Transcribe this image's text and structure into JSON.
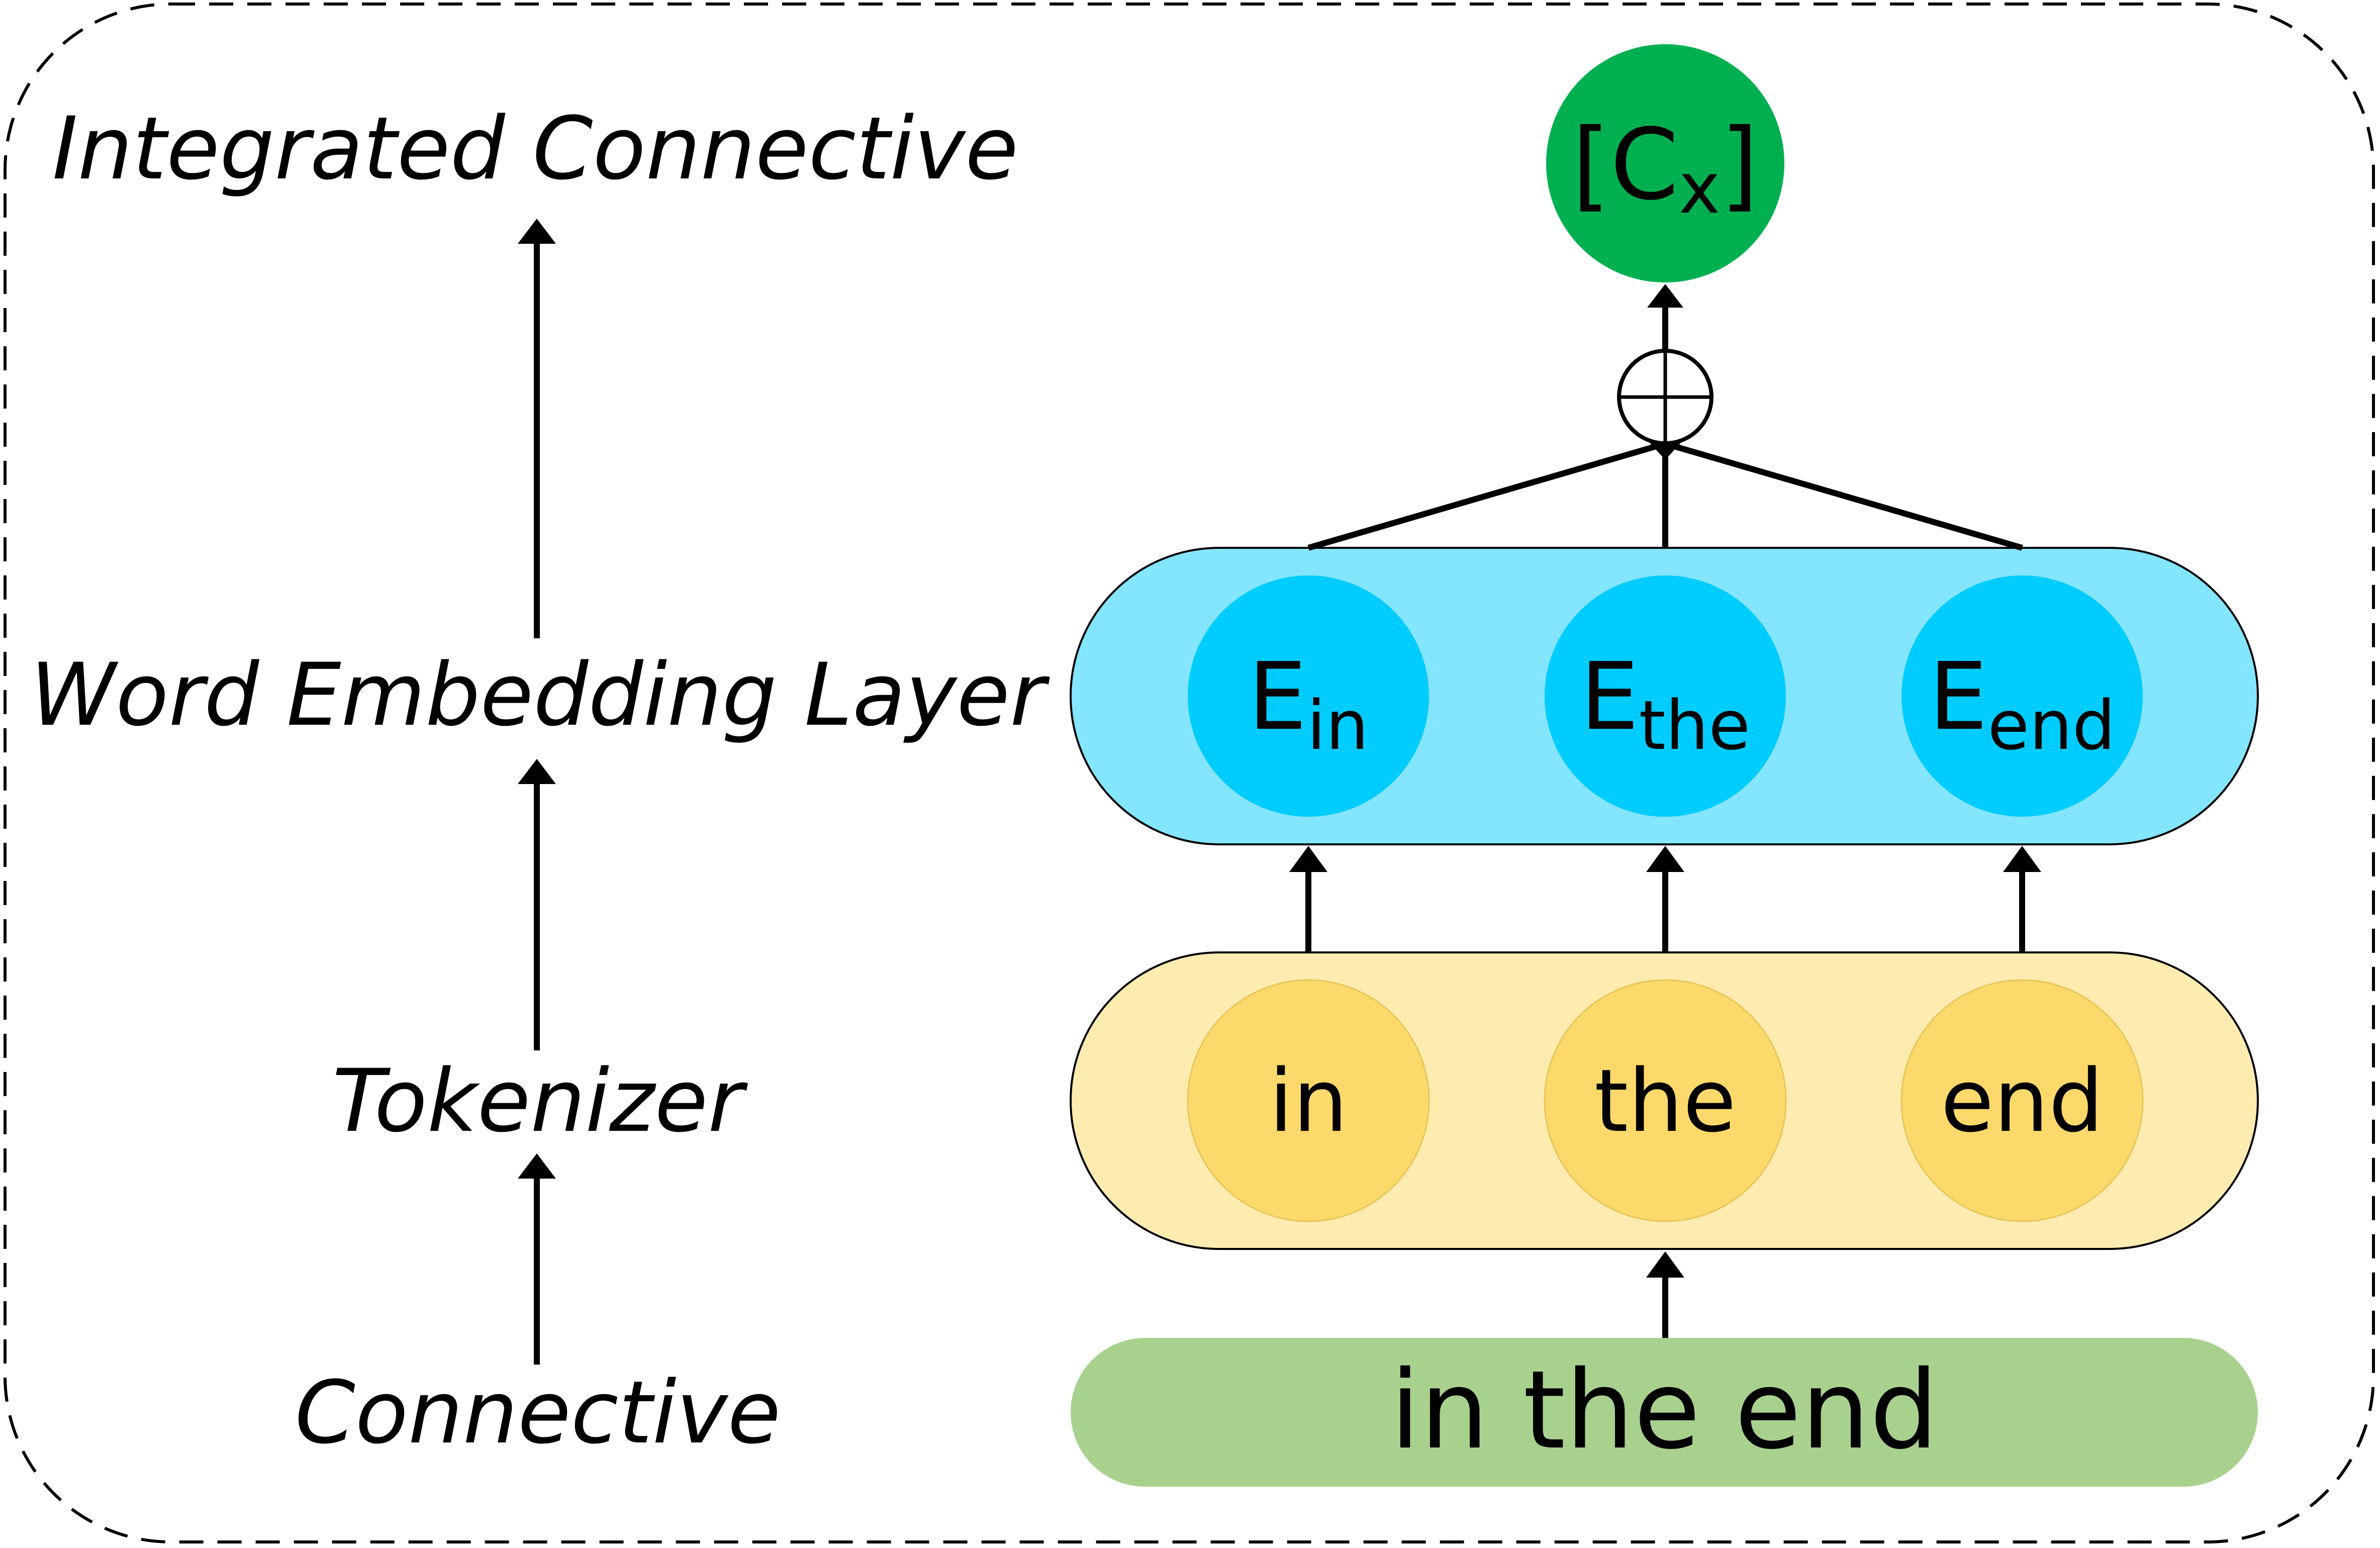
{
  "left_labels": {
    "integrated": "Integrated Connective",
    "embedding": "Word Embedding Layer",
    "tokenizer": "Tokenizer",
    "connective": "Connective"
  },
  "input": {
    "text": "in the end",
    "color": "#A9D18E"
  },
  "tokens": {
    "color_band": "#FDEBB0",
    "color_node": "#FCD96A",
    "items": [
      "in",
      "the",
      "end"
    ]
  },
  "embeddings": {
    "color_band": "#84E5FE",
    "color_node": "#00CCFF",
    "items": [
      {
        "base": "E",
        "sub": "in"
      },
      {
        "base": "E",
        "sub": "the"
      },
      {
        "base": "E",
        "sub": "end"
      }
    ]
  },
  "combine": {
    "icon": "circle-plus-icon"
  },
  "output": {
    "base": "[C",
    "sub": "x",
    "close": "]",
    "color": "#00B050"
  }
}
